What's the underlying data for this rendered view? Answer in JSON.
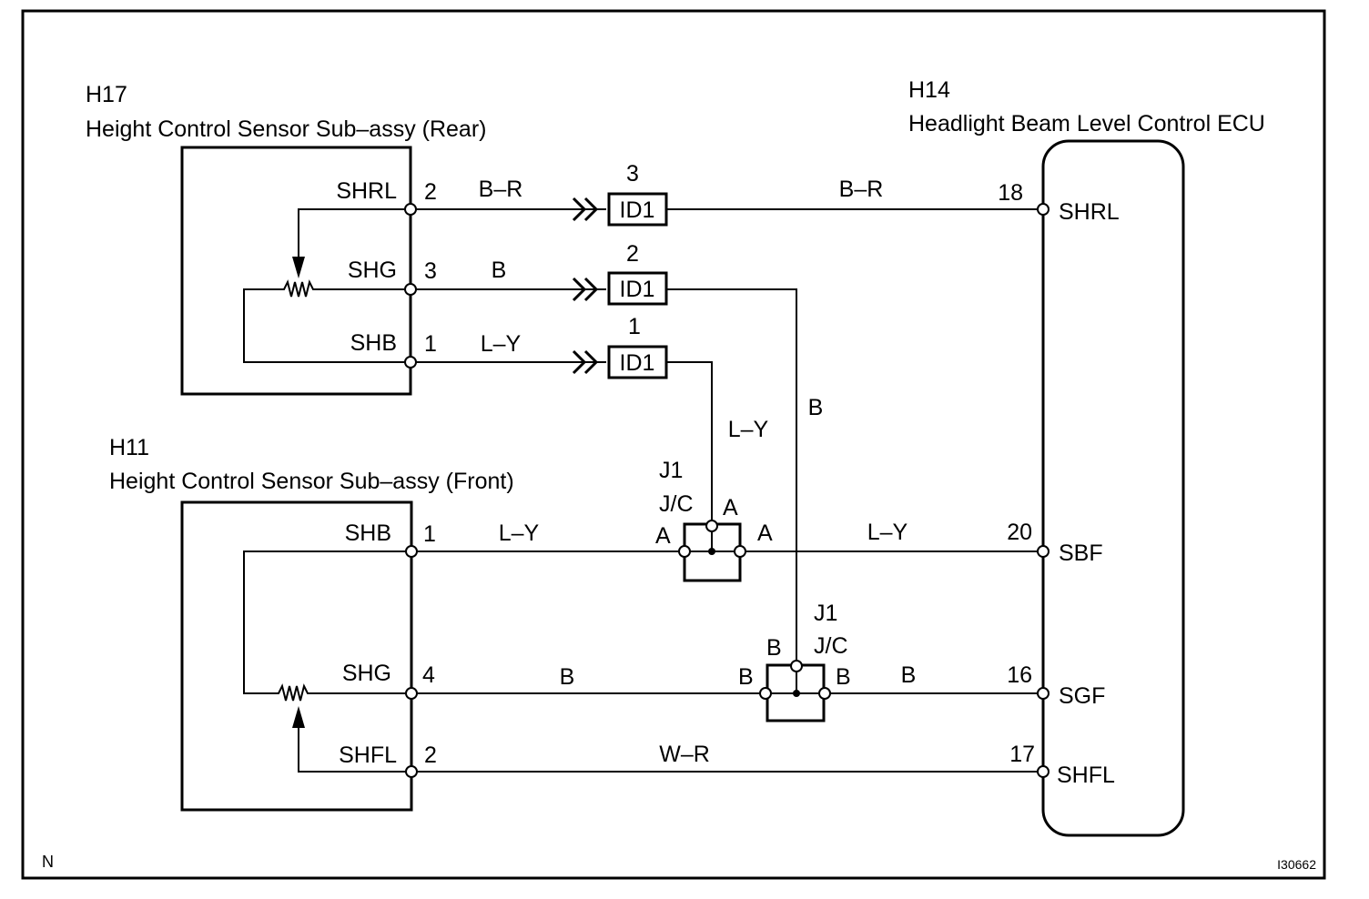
{
  "components": {
    "h17": {
      "code": "H17",
      "name": "Height Control Sensor Sub–assy (Rear)",
      "pins": [
        {
          "signal": "SHRL",
          "num": "2"
        },
        {
          "signal": "SHG",
          "num": "3"
        },
        {
          "signal": "SHB",
          "num": "1"
        }
      ]
    },
    "h11": {
      "code": "H11",
      "name": "Height Control Sensor Sub–assy (Front)",
      "pins": [
        {
          "signal": "SHB",
          "num": "1"
        },
        {
          "signal": "SHG",
          "num": "4"
        },
        {
          "signal": "SHFL",
          "num": "2"
        }
      ]
    },
    "h14": {
      "code": "H14",
      "name": "Headlight Beam Level Control ECU",
      "pins": [
        {
          "signal": "SHRL",
          "num": "18"
        },
        {
          "signal": "SBF",
          "num": "20"
        },
        {
          "signal": "SGF",
          "num": "16"
        },
        {
          "signal": "SHFL",
          "num": "17"
        }
      ]
    }
  },
  "connectors": [
    {
      "label": "ID1",
      "pin": "3"
    },
    {
      "label": "ID1",
      "pin": "2"
    },
    {
      "label": "ID1",
      "pin": "1"
    }
  ],
  "junctions": {
    "j1a": {
      "code": "J1",
      "type": "J/C",
      "top": "A",
      "left": "A",
      "right": "A"
    },
    "j1b": {
      "code": "J1",
      "type": "J/C",
      "top": "B",
      "left": "B",
      "right": "B"
    }
  },
  "wires": {
    "shrl_left": "B–R",
    "shrl_right": "B–R",
    "rear_shg": "B",
    "rear_shb": "L–Y",
    "vertical_ly": "L–Y",
    "vertical_b": "B",
    "front_shb": "L–Y",
    "sbf": "L–Y",
    "front_shg": "B",
    "sgf": "B",
    "shfl": "W–R"
  },
  "footer": {
    "left": "N",
    "right": "I30662"
  }
}
